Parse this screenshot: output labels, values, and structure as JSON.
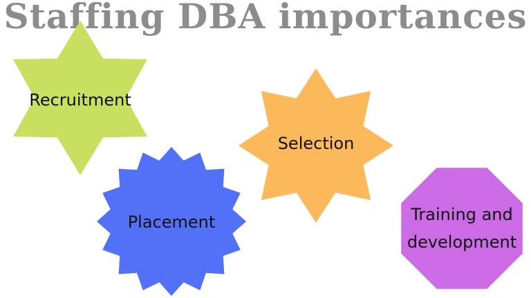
{
  "title": "Staffing DBA importances",
  "colors": {
    "title": "#8c8c8c",
    "recruitment": "#c9df60",
    "selection": "#fcb95c",
    "placement": "#5371f7",
    "training": "#cb6be6",
    "text": "#111111"
  },
  "shapes": {
    "recruitment": {
      "label": "Recruitment",
      "icon": "six-point-star"
    },
    "selection": {
      "label": "Selection",
      "icon": "eight-point-star"
    },
    "placement": {
      "label": "Placement",
      "icon": "sixteen-point-burst"
    },
    "training": {
      "line1": "Training and",
      "line2": "development",
      "icon": "octagon"
    }
  }
}
